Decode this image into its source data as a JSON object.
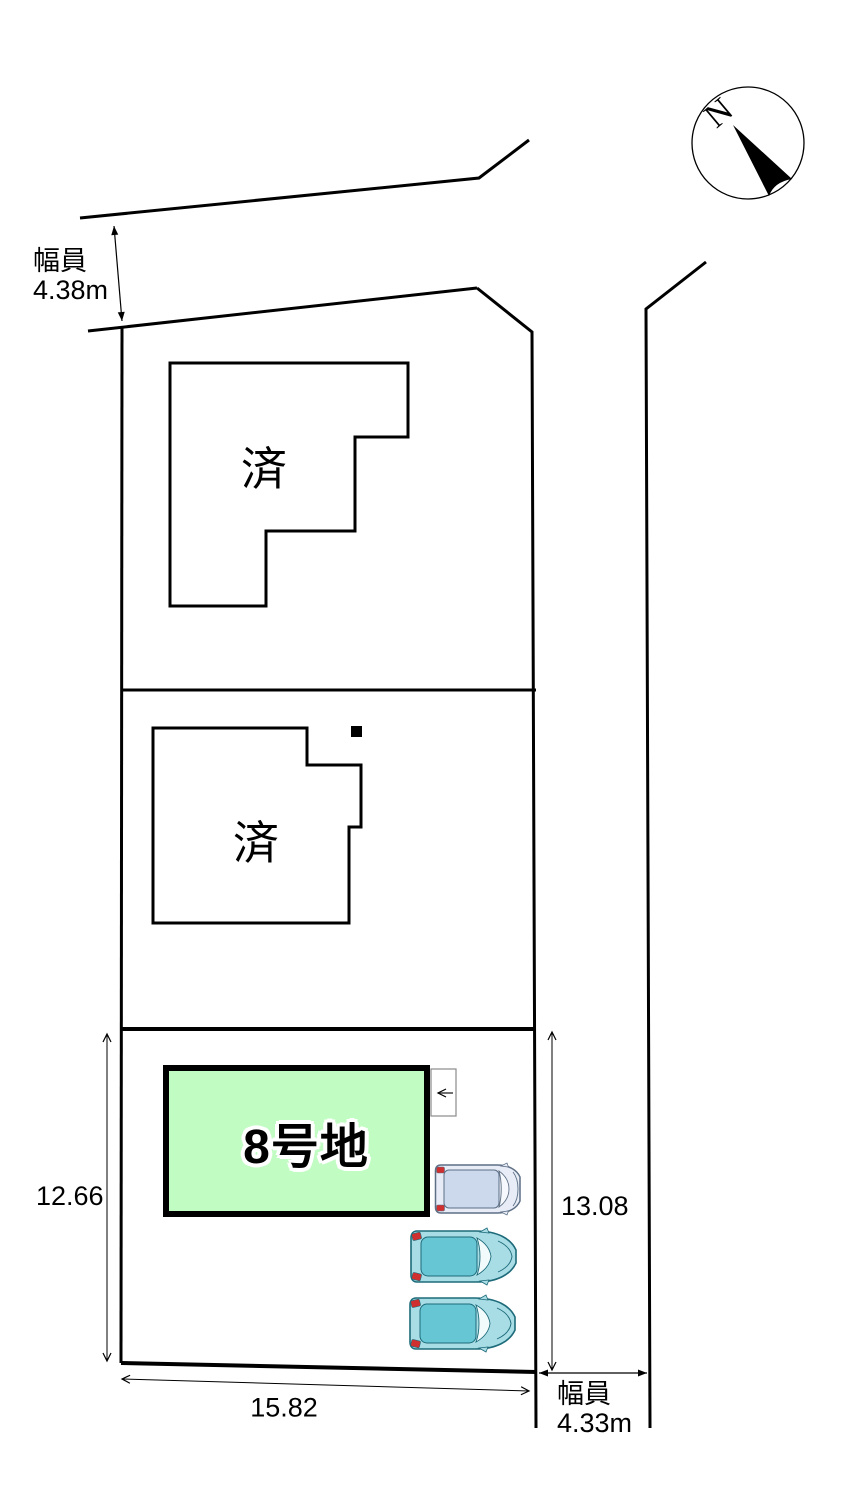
{
  "compass": {
    "north_label": "N"
  },
  "roads": {
    "top": {
      "width_label": "幅員",
      "width_value": "4.38m"
    },
    "bottom_right": {
      "width_label": "幅員",
      "width_value": "4.33m"
    }
  },
  "plots": {
    "plot1": {
      "status": "済"
    },
    "plot2": {
      "status": "済"
    },
    "plot8": {
      "label": "8号地",
      "frontage_m": "15.82",
      "depth_left_m": "12.66",
      "depth_right_m": "13.08"
    }
  },
  "colors": {
    "plot8_fill": "#c1fcc2",
    "outline": "#000000",
    "car_teal_roof": "#66c6d4",
    "car_light_roof": "#ccd9ec",
    "taillight_red": "#cf2f2f"
  }
}
